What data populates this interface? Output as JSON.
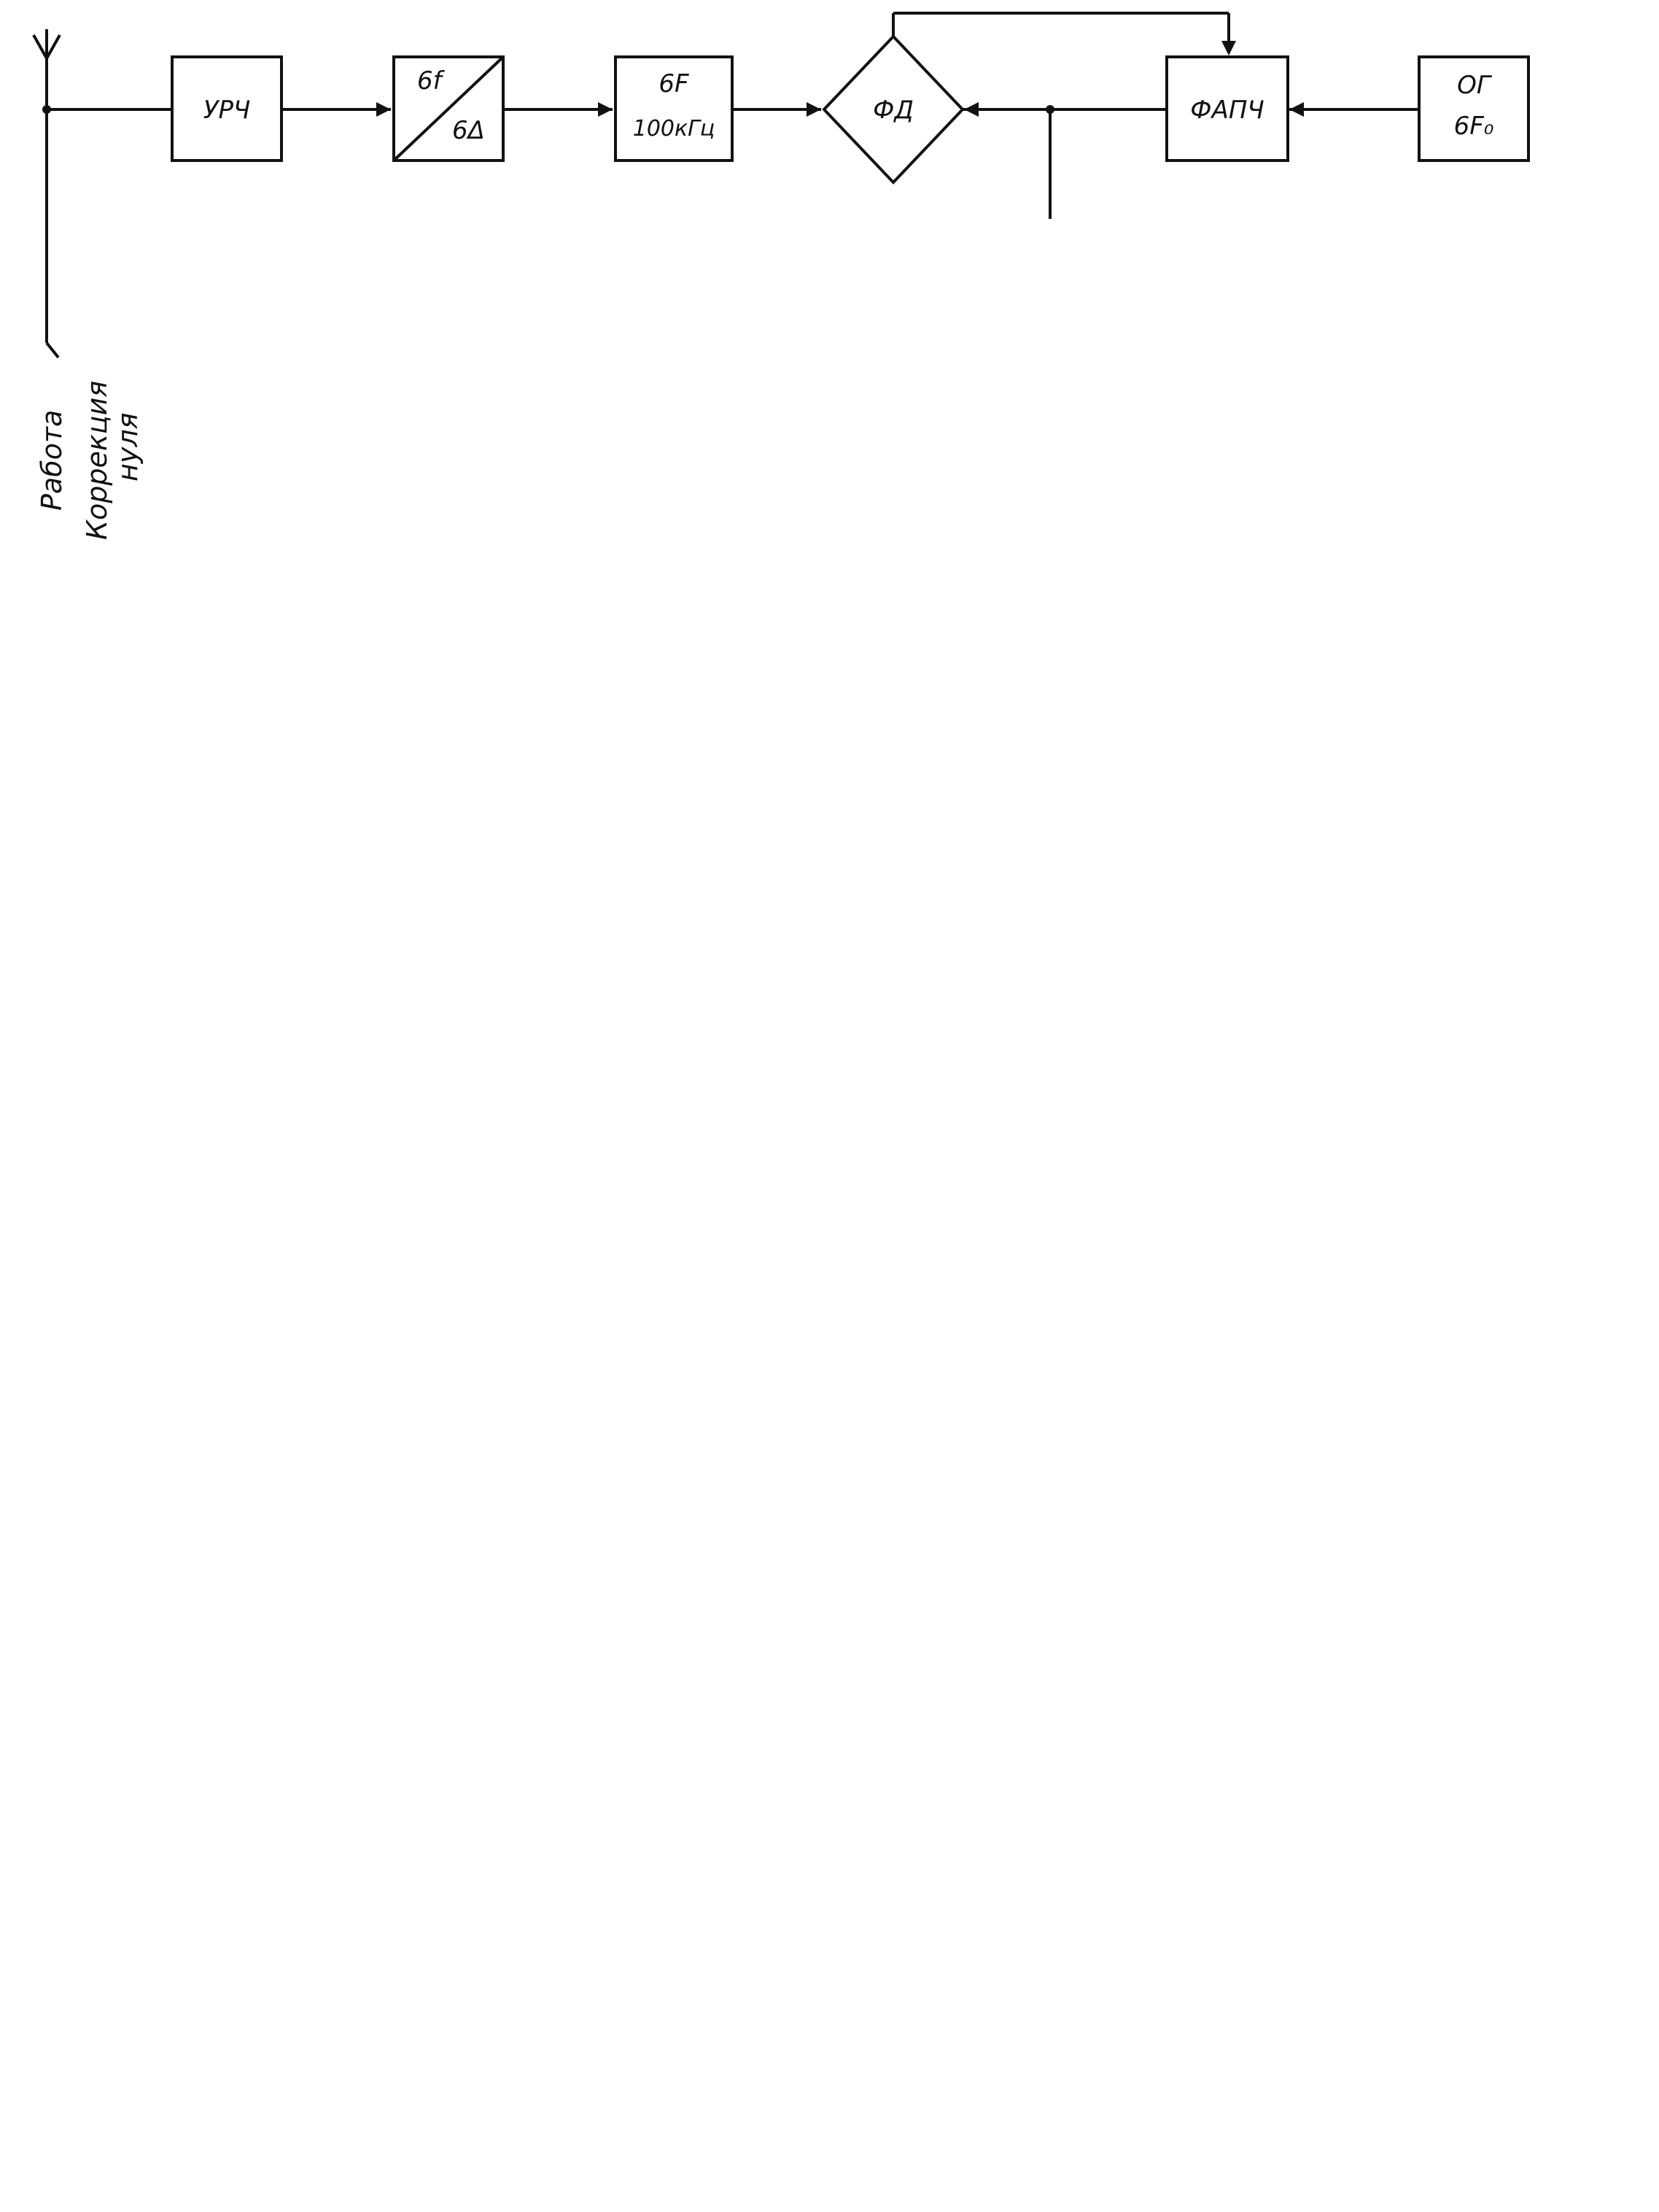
{
  "labels": {
    "urch_top": "УРЧ",
    "mix6f_top": "6f",
    "mix6f_bot": "6Δ",
    "bp6f_top": "6F",
    "bp6f_bot": "100кГц",
    "fd": "ФД",
    "fapch": "ФАПЧ",
    "og_top": "ОГ",
    "og_bot": "6F₀",
    "rabota_left": "Работа",
    "korr_left_1": "Коррекция",
    "korr_left_2": "нуля"
  }
}
